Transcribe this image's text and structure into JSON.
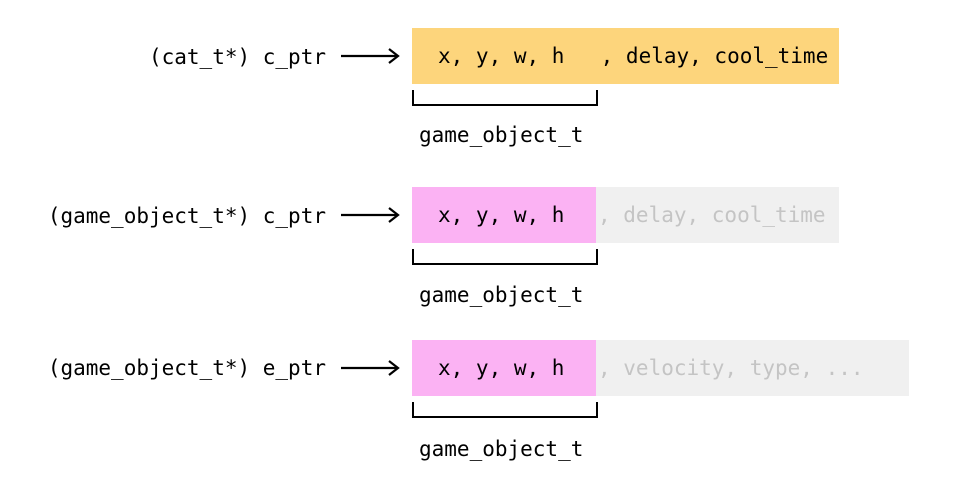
{
  "colors": {
    "highlight_orange": "#fdd57c",
    "highlight_pink": "#fbb2f3",
    "hidden_field_bg": "#f0f0f0",
    "hidden_field_text": "#c4c4c4",
    "text": "#000000"
  },
  "rows": [
    {
      "pointer_label": "(cat_t*) c_ptr",
      "visible_fields": "x, y, w, h",
      "extra_fields": " , delay, cool_time",
      "bracket_label": "game_object_t"
    },
    {
      "pointer_label": "(game_object_t*) c_ptr",
      "visible_fields": "x, y, w, h",
      "extra_fields": ", delay, cool_time",
      "bracket_label": "game_object_t"
    },
    {
      "pointer_label": "(game_object_t*) e_ptr",
      "visible_fields": "x, y, w, h",
      "extra_fields": ", velocity, type, ...",
      "bracket_label": "game_object_t"
    }
  ]
}
